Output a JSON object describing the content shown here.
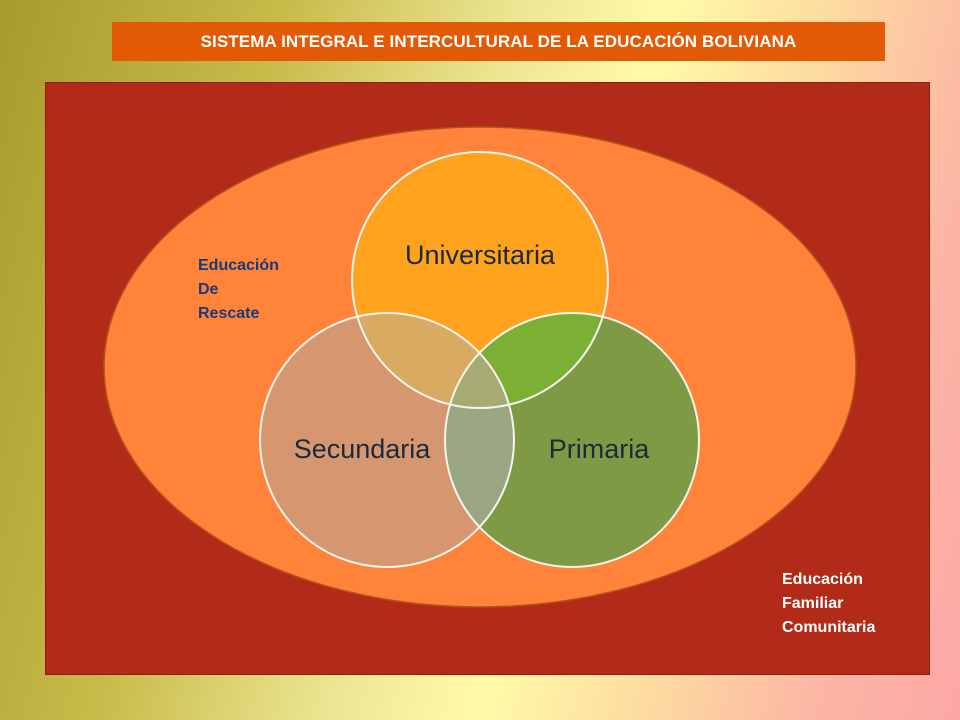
{
  "title": "SISTEMA INTEGRAL E INTERCULTURAL DE LA EDUCACIÓN BOLIVIANA",
  "circles": {
    "universitaria": "Universitaria",
    "secundaria": "Secundaria",
    "primaria": "Primaria"
  },
  "rescate": {
    "line1": "Educación",
    "line2": "De",
    "line3": "Rescate"
  },
  "familiar": {
    "line1": "Educación",
    "line2": "Familiar",
    "line3": "Comunitaria"
  },
  "colors": {
    "title_bg": "#e35a06",
    "panel": "#b22a18",
    "ellipse": "#ff843a",
    "universitaria": "#ffa21e",
    "secundaria": "#d69670",
    "primaria": "#7e9a45"
  }
}
